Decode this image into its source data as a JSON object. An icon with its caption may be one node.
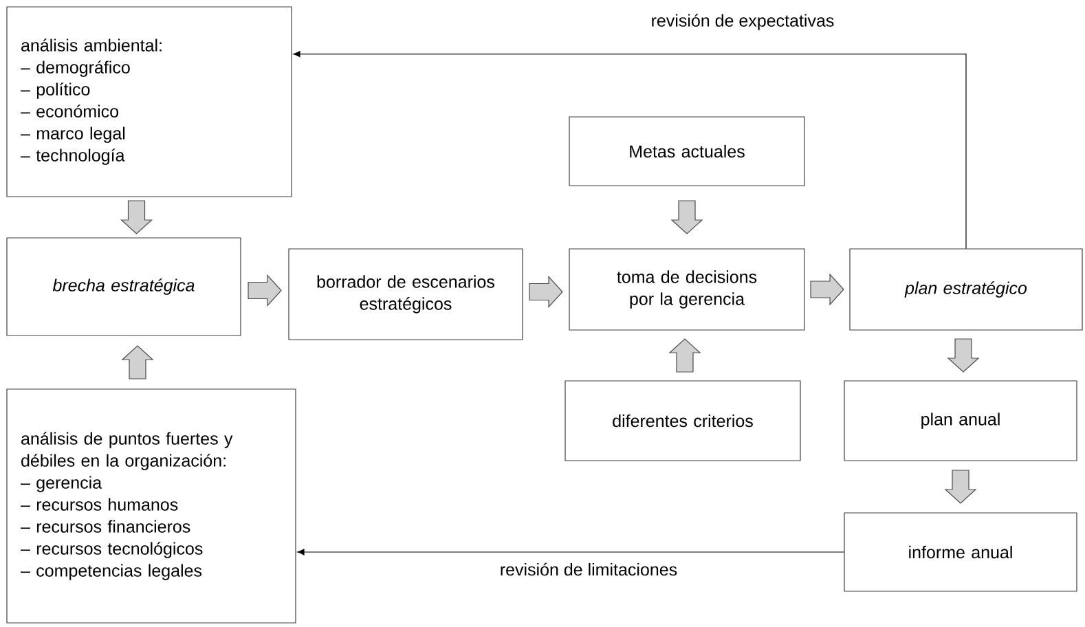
{
  "diagram": {
    "nodes": [
      {
        "text": [
          "análisis ambiental:",
          "– demográfico",
          "– político",
          "– económico",
          "– marco legal",
          "– technología"
        ]
      },
      {
        "text": [
          "brecha estratégica"
        ]
      },
      {
        "text": [
          "borrador de escenarios estratégicos"
        ]
      },
      {
        "text": [
          "Metas actuales"
        ]
      },
      {
        "text": [
          "toma de decisions por la gerencia"
        ]
      },
      {
        "text": [
          "plan estratégico"
        ]
      },
      {
        "text": [
          "análisis de puntos fuertes y débiles en la organización:",
          "– gerencia",
          "– recursos humanos",
          "– recursos financieros",
          "– recursos tecnológicos",
          "– competencias legales"
        ]
      },
      {
        "text": [
          "diferentes criterios"
        ]
      },
      {
        "text": [
          "plan anual"
        ]
      },
      {
        "text": [
          "informe anual"
        ]
      }
    ],
    "edges": [
      {
        "from": 0,
        "to": 1,
        "arrow": "to",
        "style": "thick"
      },
      {
        "from": 6,
        "to": 1,
        "arrow": "to",
        "style": "thick"
      },
      {
        "from": 1,
        "to": 2,
        "arrow": "to",
        "style": "thick"
      },
      {
        "from": 2,
        "to": 4,
        "arrow": "to",
        "style": "thick"
      },
      {
        "from": 3,
        "to": 4,
        "arrow": "to",
        "style": "thick"
      },
      {
        "from": 7,
        "to": 4,
        "arrow": "to",
        "style": "thick"
      },
      {
        "from": 4,
        "to": 5,
        "arrow": "to",
        "style": "thick"
      },
      {
        "from": 5,
        "to": 8,
        "arrow": "to",
        "style": "thick"
      },
      {
        "from": 8,
        "to": 9,
        "arrow": "to",
        "style": "thick"
      },
      {
        "from": 5,
        "to": 0,
        "arrow": "to",
        "label": "revisión de expectativas"
      },
      {
        "from": 9,
        "to": 6,
        "arrow": "to",
        "label": "revisión de limitaciones"
      }
    ]
  }
}
